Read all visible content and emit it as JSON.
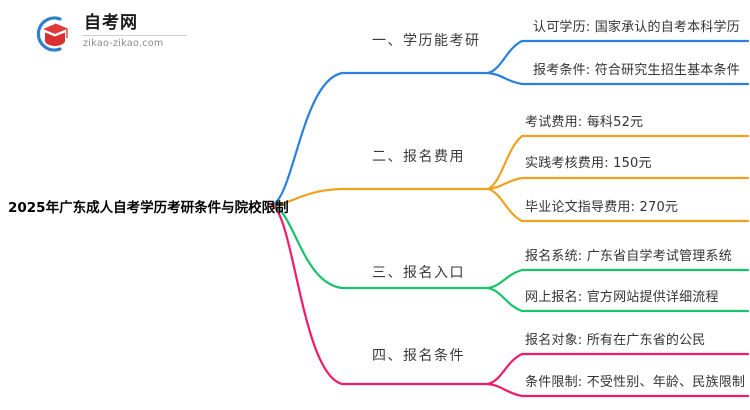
{
  "logo": {
    "name_cn": "自考网",
    "url": "zikao-zikao.com",
    "mark_icon": "graduation-cap-icon",
    "ring_color": "#2f7fd1",
    "cap_color": "#e03a3a"
  },
  "root": {
    "title": "2025年广东成人自考学历考研条件与院校限制"
  },
  "branches": [
    {
      "id": "branch-1",
      "label": "一、学历能考研",
      "color": "#2a7fe0",
      "leaves": [
        {
          "id": "leaf-1-1",
          "label": "认可学历: 国家承认的自考本科学历"
        },
        {
          "id": "leaf-1-2",
          "label": "报考条件: 符合研究生招生基本条件"
        }
      ]
    },
    {
      "id": "branch-2",
      "label": "二、报名费用",
      "color": "#f0a21e",
      "leaves": [
        {
          "id": "leaf-2-1",
          "label": "考试费用: 每科52元"
        },
        {
          "id": "leaf-2-2",
          "label": "实践考核费用: 150元"
        },
        {
          "id": "leaf-2-3",
          "label": "毕业论文指导费用: 270元"
        }
      ]
    },
    {
      "id": "branch-3",
      "label": "三、报名入口",
      "color": "#16c46a",
      "leaves": [
        {
          "id": "leaf-3-1",
          "label": "报名系统: 广东省自学考试管理系统"
        },
        {
          "id": "leaf-3-2",
          "label": "网上报名: 官方网站提供详细流程"
        }
      ]
    },
    {
      "id": "branch-4",
      "label": "四、报名条件",
      "color": "#ef1b6b",
      "leaves": [
        {
          "id": "leaf-4-1",
          "label": "报名对象: 所有在广东省的公民"
        },
        {
          "id": "leaf-4-2",
          "label": "条件限制: 不受性别、年龄、民族限制"
        }
      ]
    }
  ]
}
